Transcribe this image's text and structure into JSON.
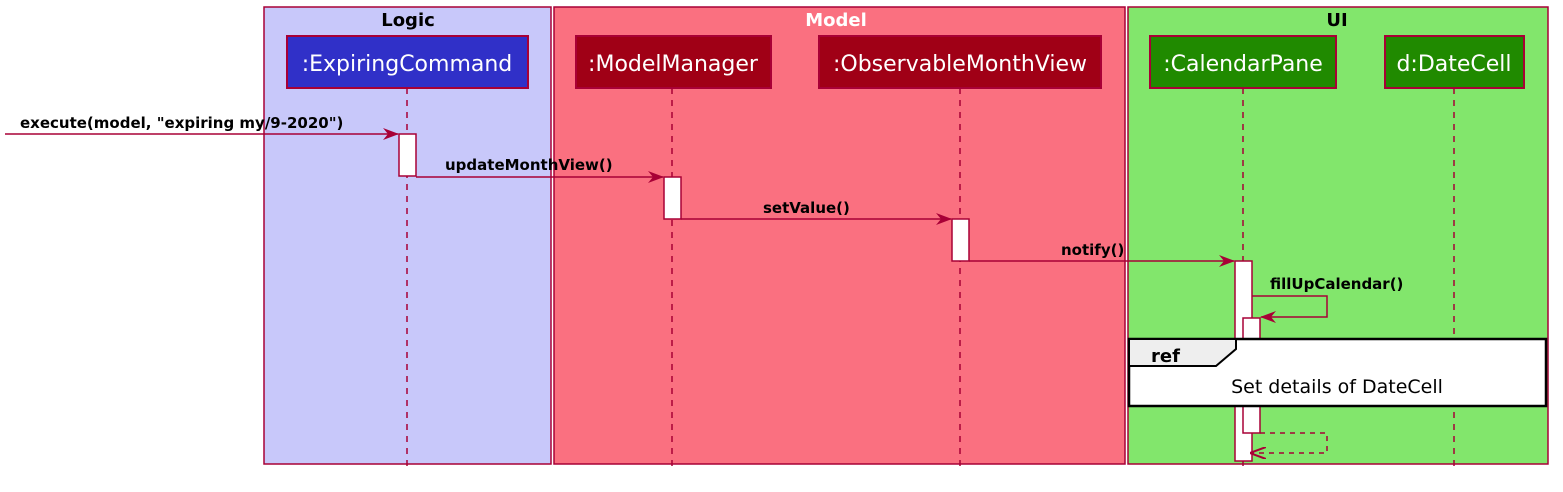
{
  "colors": {
    "line": "#a80036",
    "logic_box": "#c8c8fa",
    "model_box": "#fa7080",
    "ui_box": "#82e66c",
    "logic_participant": "#3030c8",
    "model_participant": "#a00016",
    "ui_participant": "#208a00",
    "white": "#ffffff",
    "black": "#000000"
  },
  "boxes": [
    {
      "id": "logic",
      "title": "Logic",
      "title_color": "#000000"
    },
    {
      "id": "model",
      "title": "Model",
      "title_color": "#ffffff"
    },
    {
      "id": "ui",
      "title": "UI",
      "title_color": "#000000"
    }
  ],
  "participants": [
    {
      "id": "expiring",
      "label": ":ExpiringCommand",
      "box": "logic"
    },
    {
      "id": "modelmanager",
      "label": ":ModelManager",
      "box": "model"
    },
    {
      "id": "monthview",
      "label": ":ObservableMonthView",
      "box": "model"
    },
    {
      "id": "calendarpane",
      "label": ":CalendarPane",
      "box": "ui"
    },
    {
      "id": "datecell",
      "label": "d:DateCell",
      "box": "ui"
    }
  ],
  "messages": [
    {
      "from": "external",
      "to": "expiring",
      "label": "execute(model, \"expiring my/9-2020\")",
      "style": "solid"
    },
    {
      "from": "expiring",
      "to": "modelmanager",
      "label": "updateMonthView()",
      "style": "solid"
    },
    {
      "from": "modelmanager",
      "to": "monthview",
      "label": "setValue()",
      "style": "solid"
    },
    {
      "from": "monthview",
      "to": "calendarpane",
      "label": "notify()",
      "style": "solid"
    },
    {
      "from": "calendarpane",
      "to": "calendarpane",
      "label": "fillUpCalendar()",
      "style": "self"
    },
    {
      "from": "calendarpane",
      "to": "calendarpane",
      "label": "",
      "style": "self-return"
    }
  ],
  "ref_fragment": {
    "tag": "ref",
    "text": "Set details of DateCell"
  }
}
